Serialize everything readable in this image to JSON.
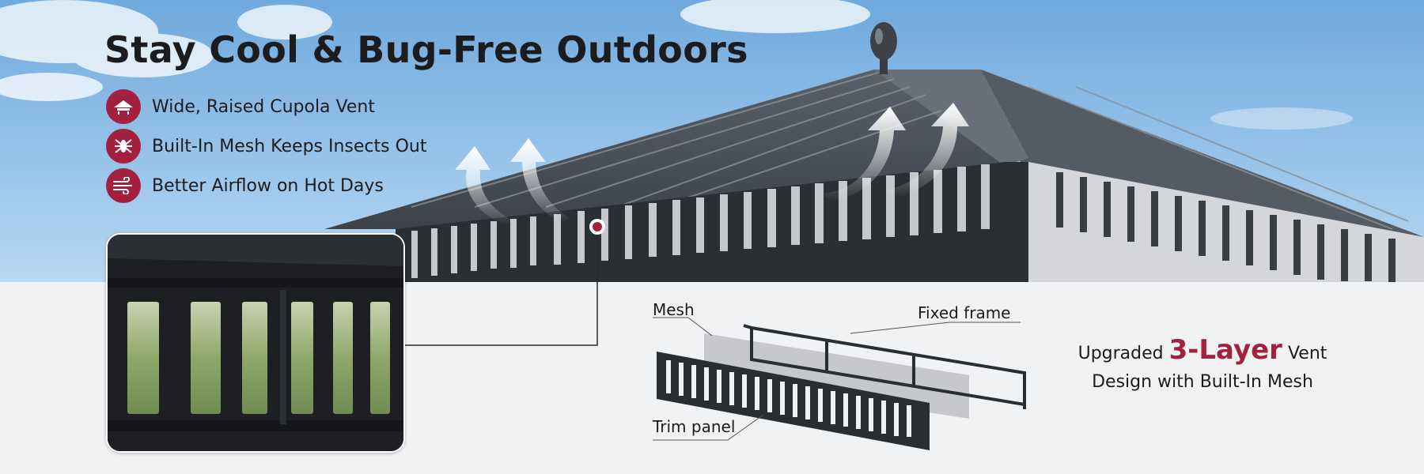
{
  "headline": "Stay Cool & Bug-Free Outdoors",
  "features": [
    {
      "icon": "cupola-roof-icon",
      "label": "Wide, Raised Cupola Vent"
    },
    {
      "icon": "mosquito-icon",
      "label": "Built-In Mesh Keeps Insects Out"
    },
    {
      "icon": "wind-icon",
      "label": "Better Airflow on Hot Days"
    }
  ],
  "diagram": {
    "mesh_label": "Mesh",
    "frame_label": "Fixed frame",
    "trim_label": "Trim panel"
  },
  "caption": {
    "prefix": "Upgraded",
    "highlight": "3-Layer",
    "suffix": "Vent",
    "line2": "Design with Built-In Mesh"
  },
  "colors": {
    "accent": "#a3213f",
    "text": "#1c1c1e",
    "background": "#f1f2f4",
    "sky": "#8cc0ea",
    "roof": "#4a4f56"
  }
}
